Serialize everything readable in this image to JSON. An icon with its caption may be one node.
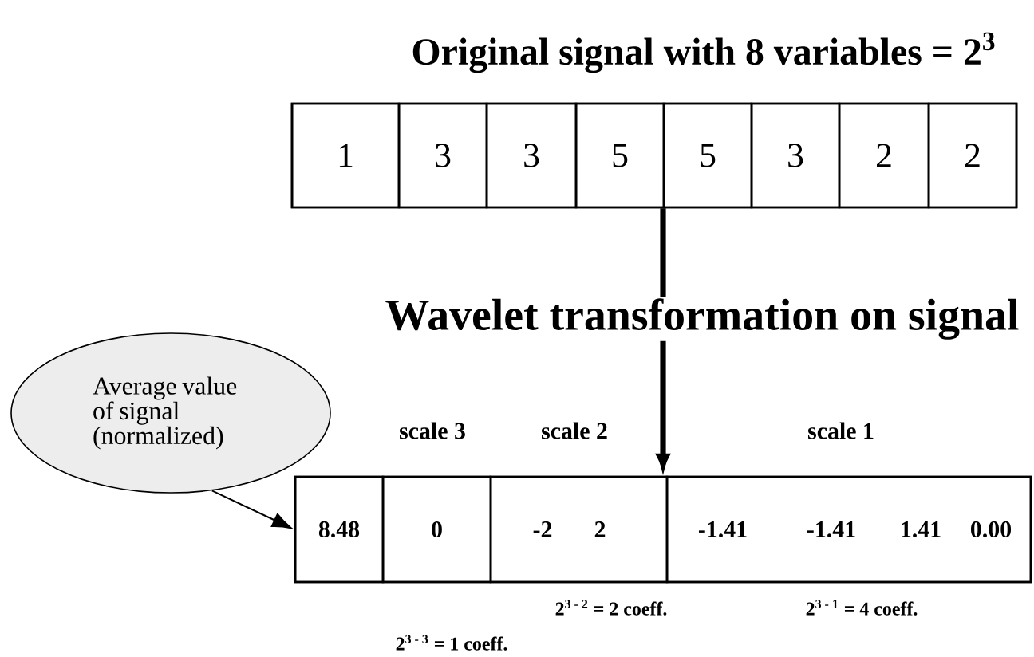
{
  "diagram": {
    "title": "Original signal with 8 variables = 2$^{3}$",
    "nodes": [
      {
        "text": [],
        "shape": "box"
      },
      {
        "text": [
          "1"
        ],
        "in": 0
      },
      {
        "text": [
          "3"
        ],
        "in": 0
      },
      {
        "text": [
          "3"
        ],
        "in": 0
      },
      {
        "text": [
          "5"
        ],
        "in": 0
      },
      {
        "text": [
          "5"
        ],
        "in": 0
      },
      {
        "text": [
          "3"
        ],
        "in": 0
      },
      {
        "text": [
          "2"
        ],
        "in": 0
      },
      {
        "text": [
          "2"
        ],
        "in": 0
      },
      {
        "text": [
          "Average value of signal (normalized)"
        ]
      },
      {
        "text": [],
        "shape": "box"
      },
      {
        "text": [
          "8.48"
        ],
        "in": 10
      },
      {
        "text": [
          "0"
        ],
        "in": 10
      },
      {
        "text": [
          "-2",
          "2"
        ],
        "in": 10
      },
      {
        "text": [
          "-1.41",
          "-1.41",
          "1.41",
          "0.00"
        ],
        "in": 10
      }
    ],
    "edges": [
      {
        "from": 0,
        "to": 10,
        "arrow": "to",
        "style": "thick"
      },
      {
        "from": 9,
        "to": 11,
        "arrow": "to"
      }
    ],
    "labels": [
      "Wavelet transformation on signal",
      "scale 3",
      "scale 2",
      "scale 1",
      "2$^{3 - 2}$ = 2 coeff.",
      "2$^{3 - 1}$ = 4 coeff.",
      "2$^{3 - 3}$ = 1 coeff."
    ]
  }
}
